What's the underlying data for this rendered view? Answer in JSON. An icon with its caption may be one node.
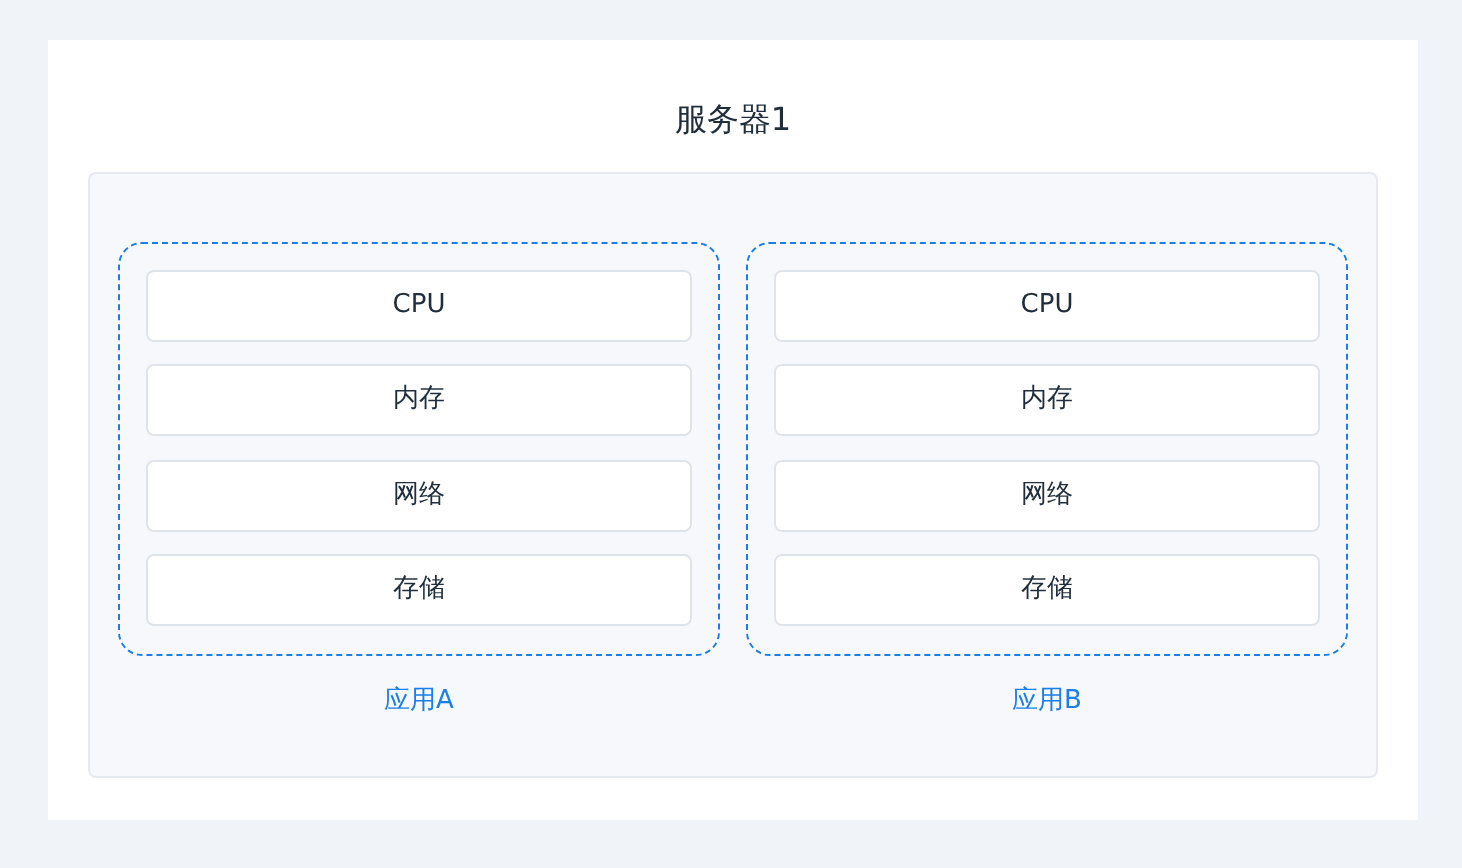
{
  "diagram": {
    "nodes": [
      {
        "text": [
          "服务器1"
        ]
      },
      {
        "text": [
          "应用A"
        ],
        "in": 0
      },
      {
        "text": [
          "CPU"
        ],
        "in": 1
      },
      {
        "text": [
          "内存"
        ],
        "in": 1
      },
      {
        "text": [
          "网络"
        ],
        "in": 1
      },
      {
        "text": [
          "存储"
        ],
        "in": 1
      },
      {
        "text": [
          "应用B"
        ],
        "in": 0
      },
      {
        "text": [
          "CPU"
        ],
        "in": 6
      },
      {
        "text": [
          "内存"
        ],
        "in": 6
      },
      {
        "text": [
          "网络"
        ],
        "in": 6
      },
      {
        "text": [
          "存储"
        ],
        "in": 6
      }
    ]
  }
}
